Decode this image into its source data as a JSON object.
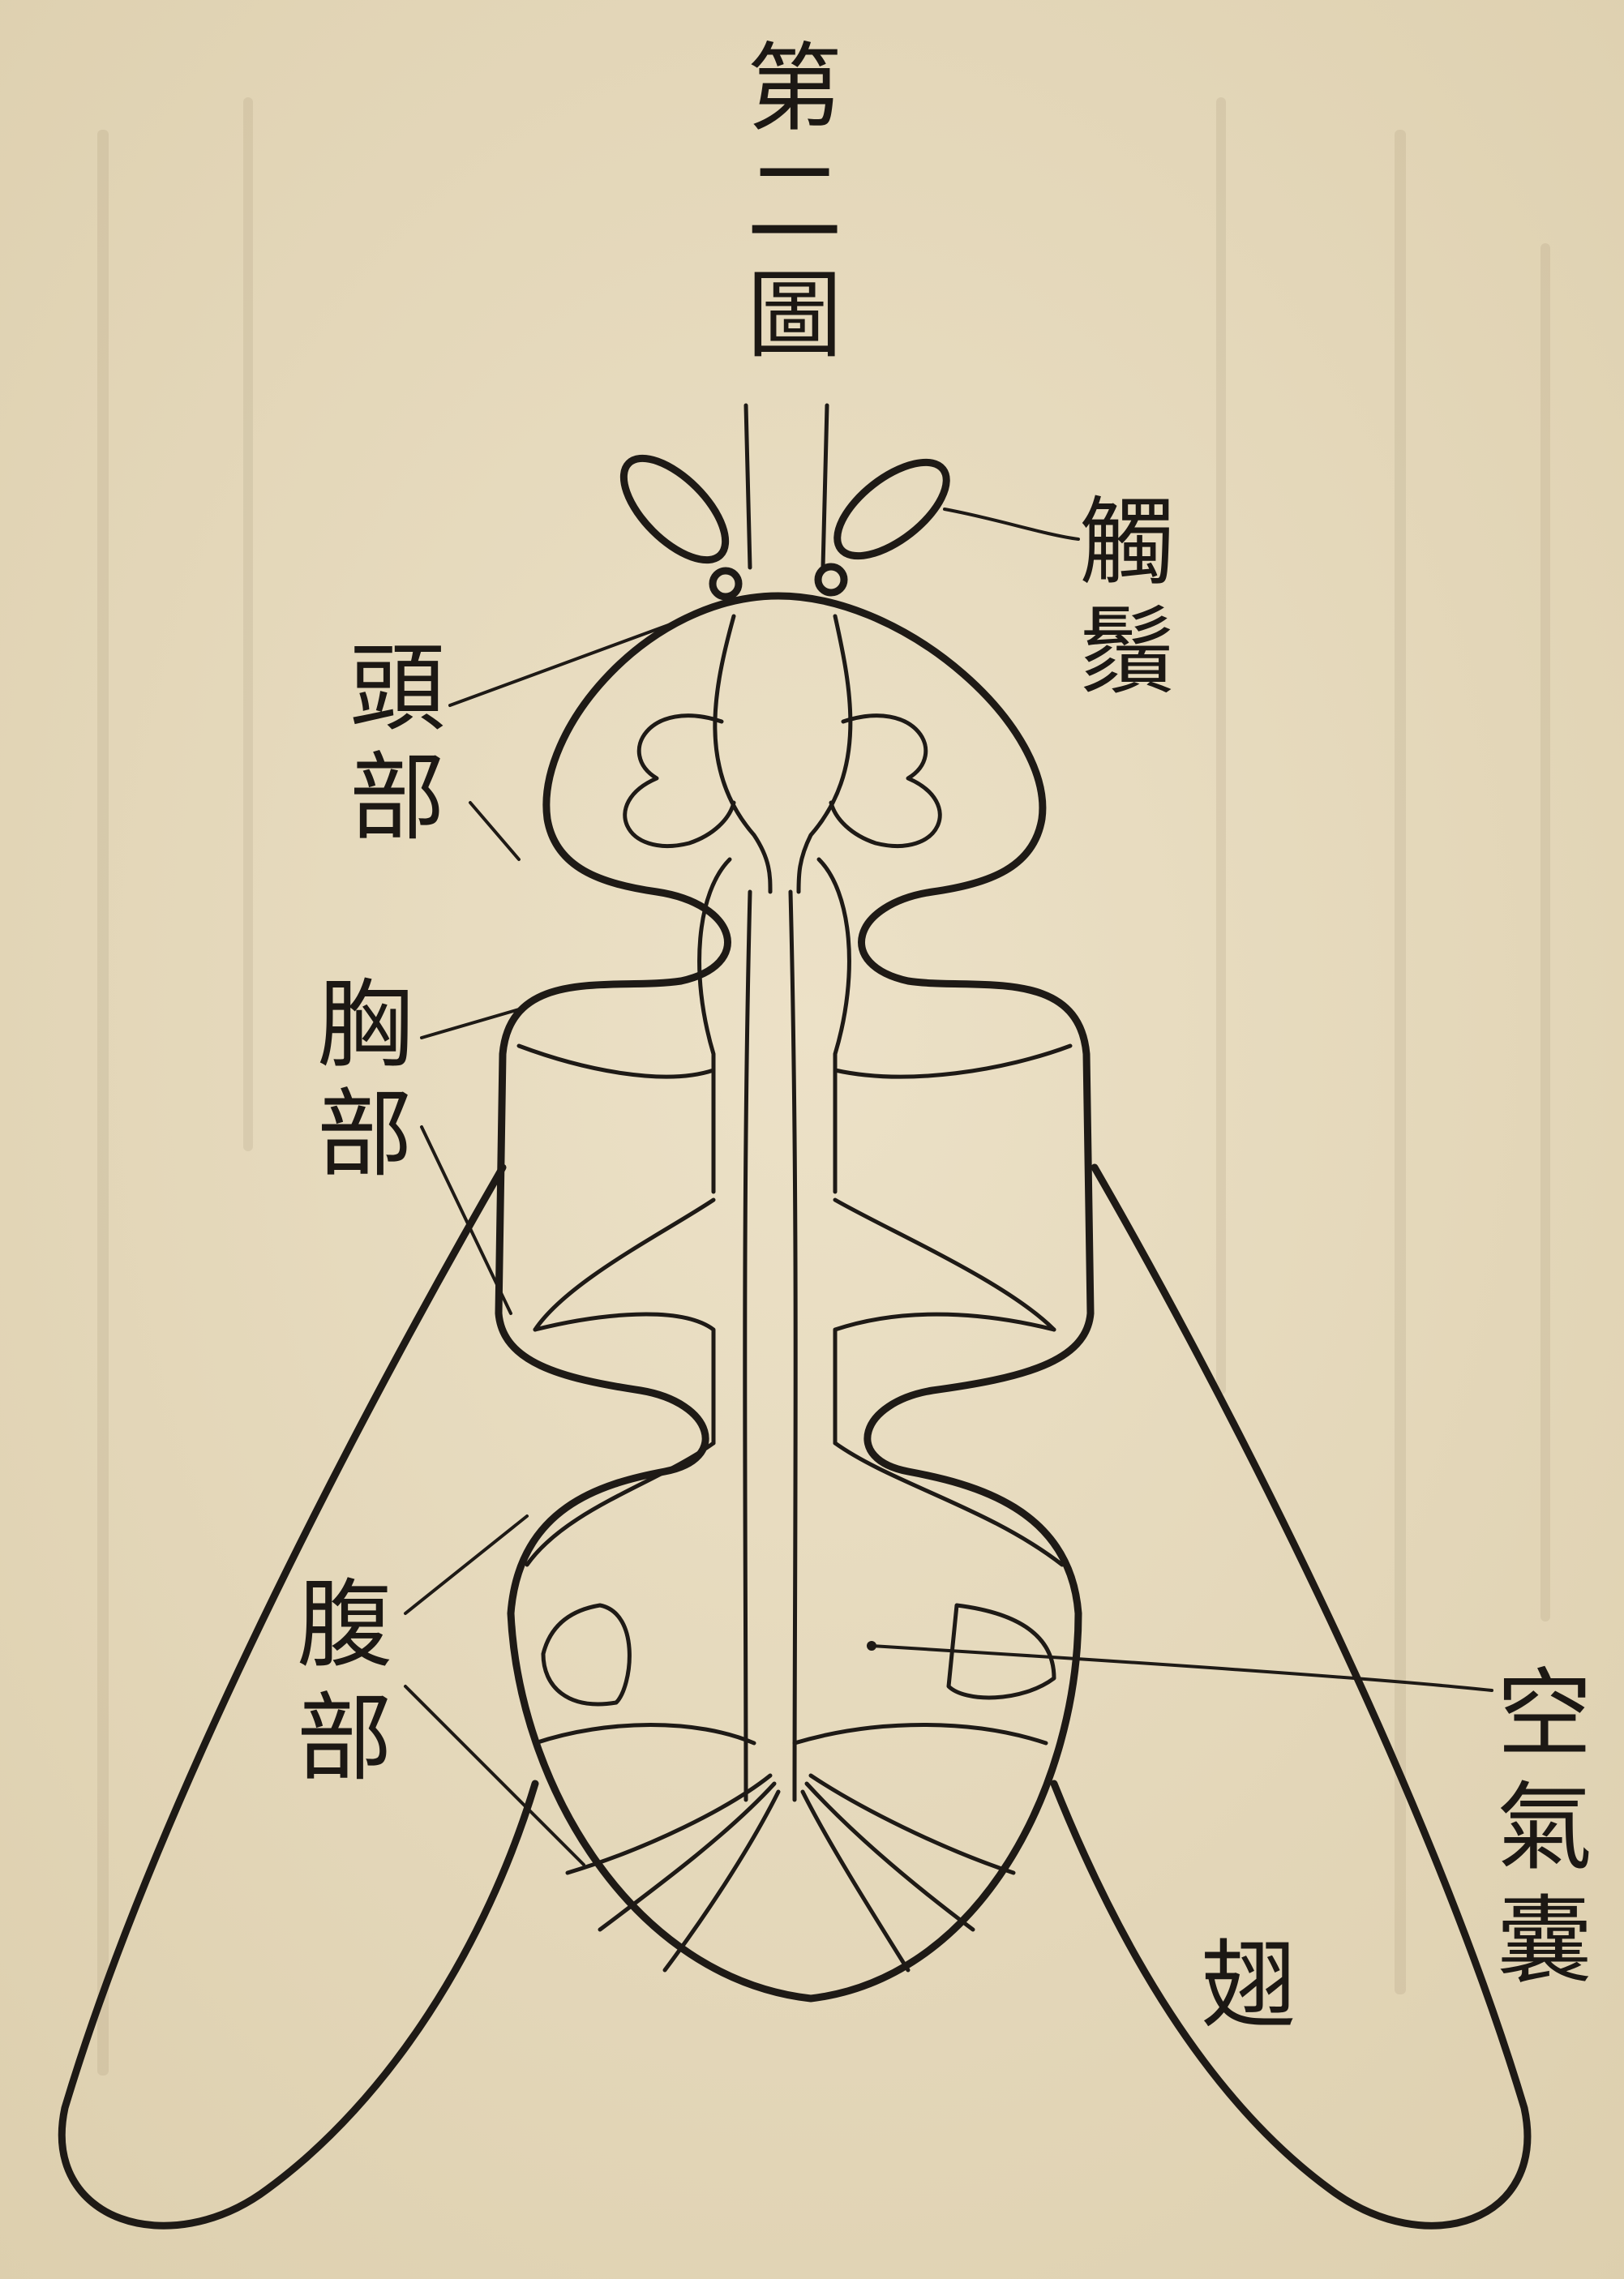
{
  "figure": {
    "title": "第二圖"
  },
  "labels": {
    "antenna": "觸鬚",
    "head": "頭部",
    "thorax": "胸部",
    "abdomen": "腹部",
    "air_sac": "空氣囊",
    "wing": "翅"
  },
  "colors": {
    "paper": "#e8dcc0",
    "ink": "#1e1a16"
  }
}
